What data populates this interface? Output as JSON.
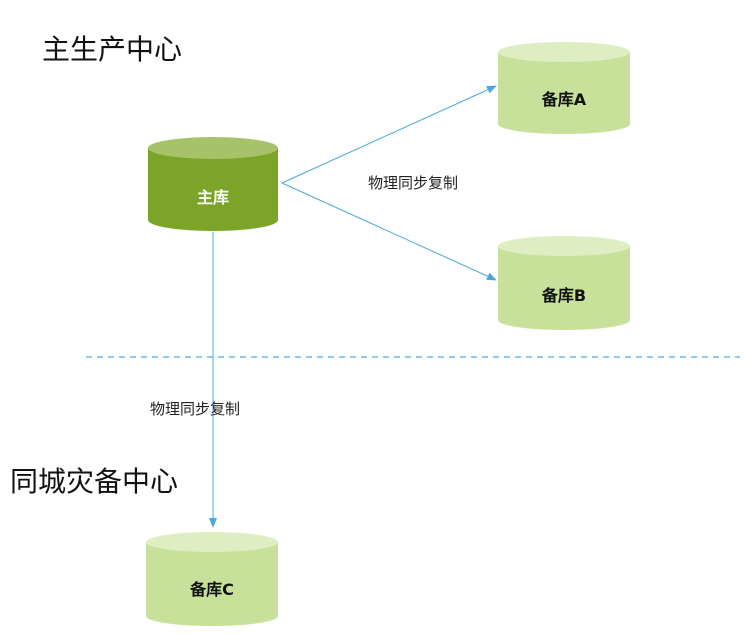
{
  "regions": {
    "main": "主生产中心",
    "dr": "同城灾备中心"
  },
  "databases": [
    {
      "id": "primary",
      "label": "主库",
      "kind": "primary"
    },
    {
      "id": "standby-a",
      "label": "备库A",
      "kind": "standby"
    },
    {
      "id": "standby-b",
      "label": "备库B",
      "kind": "standby"
    },
    {
      "id": "standby-c",
      "label": "备库C",
      "kind": "standby"
    }
  ],
  "replication": {
    "label_ab": "物理同步复制",
    "label_c": "物理同步复制"
  },
  "colors": {
    "primary_body": "#7ba428",
    "primary_top": "#a6c36a",
    "primary_text": "#ffffff",
    "standby_body": "#c8e19a",
    "standby_top": "#dfeec2",
    "standby_text": "#111111",
    "arrow": "#4aa8dc",
    "divider": "#6ab8e6"
  }
}
